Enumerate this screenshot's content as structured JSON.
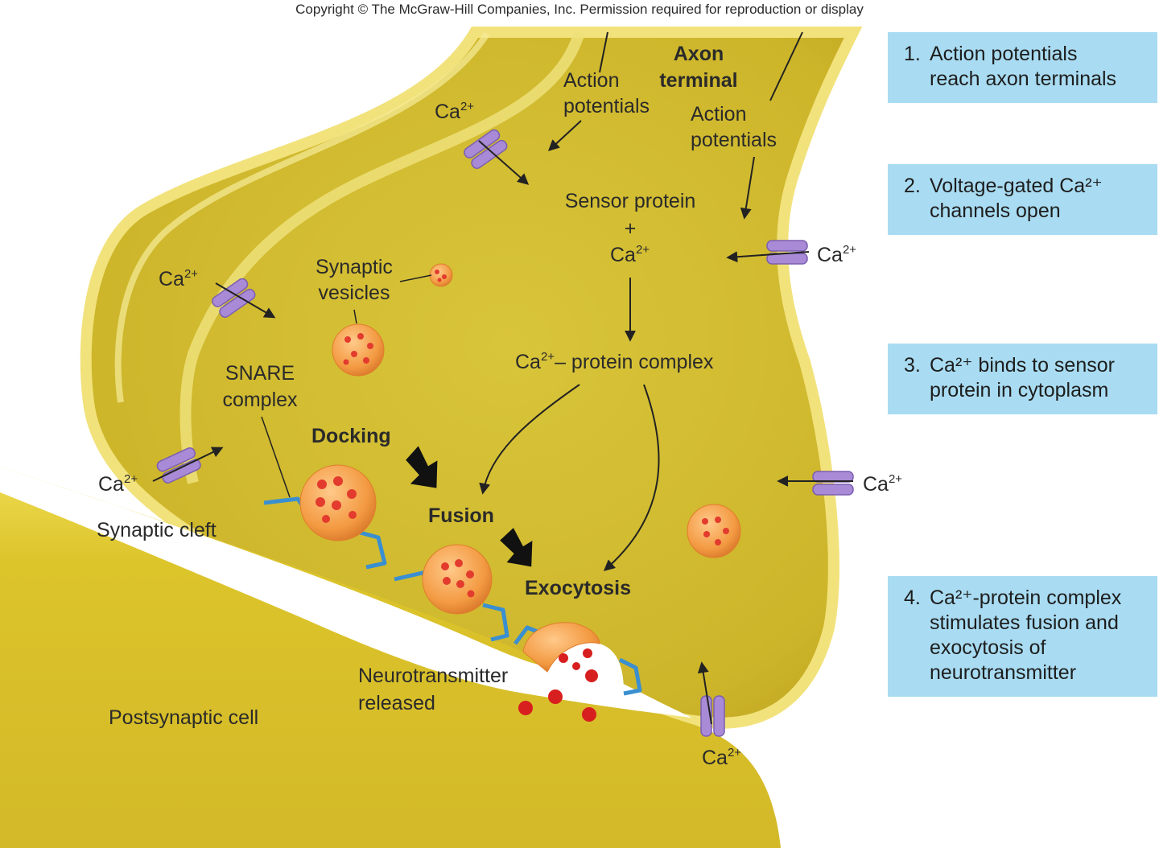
{
  "copyright": "Copyright © The McGraw-Hill Companies, Inc. Permission required for reproduction or display",
  "labels": {
    "axon_line1": "Axon",
    "axon_line2": "terminal",
    "action_potentials_left_1": "Action",
    "action_potentials_left_2": "potentials",
    "action_potentials_right_1": "Action",
    "action_potentials_right_2": "potentials",
    "sensor_protein": "Sensor protein",
    "plus": "+",
    "ca_base": "Ca",
    "ca_charge": "2+",
    "protein_complex_suffix": "– protein complex",
    "synaptic_vesicles_1": "Synaptic",
    "synaptic_vesicles_2": "vesicles",
    "snare_1": "SNARE",
    "snare_2": "complex",
    "docking": "Docking",
    "fusion": "Fusion",
    "exocytosis": "Exocytosis",
    "synaptic_cleft": "Synaptic cleft",
    "neurotransmitter_1": "Neurotransmitter",
    "neurotransmitter_2": "released",
    "postsynaptic_cell": "Postsynaptic cell"
  },
  "steps": [
    {
      "number": "1.",
      "lines": [
        "Action potentials",
        "reach axon terminals"
      ]
    },
    {
      "number": "2.",
      "lines": [
        "Voltage-gated Ca²⁺",
        "channels open"
      ]
    },
    {
      "number": "3.",
      "lines": [
        "Ca²⁺ binds to sensor",
        "protein in cytoplasm"
      ]
    },
    {
      "number": "4.",
      "lines": [
        "Ca²⁺-protein complex",
        "stimulates fusion and",
        "exocytosis of",
        "neurotransmitter"
      ]
    }
  ],
  "colors": {
    "terminal_fill": "#d8c12e",
    "terminal_edge": "#f3e77e",
    "cleft": "#ffffff",
    "postsynaptic": "#ddc52a",
    "channel": "#a98ad6",
    "vesicle": "#f09a45",
    "neurotransmitter": "#d81f1f",
    "snare": "#3a8fd0",
    "step_box": "#a9dcf2"
  }
}
